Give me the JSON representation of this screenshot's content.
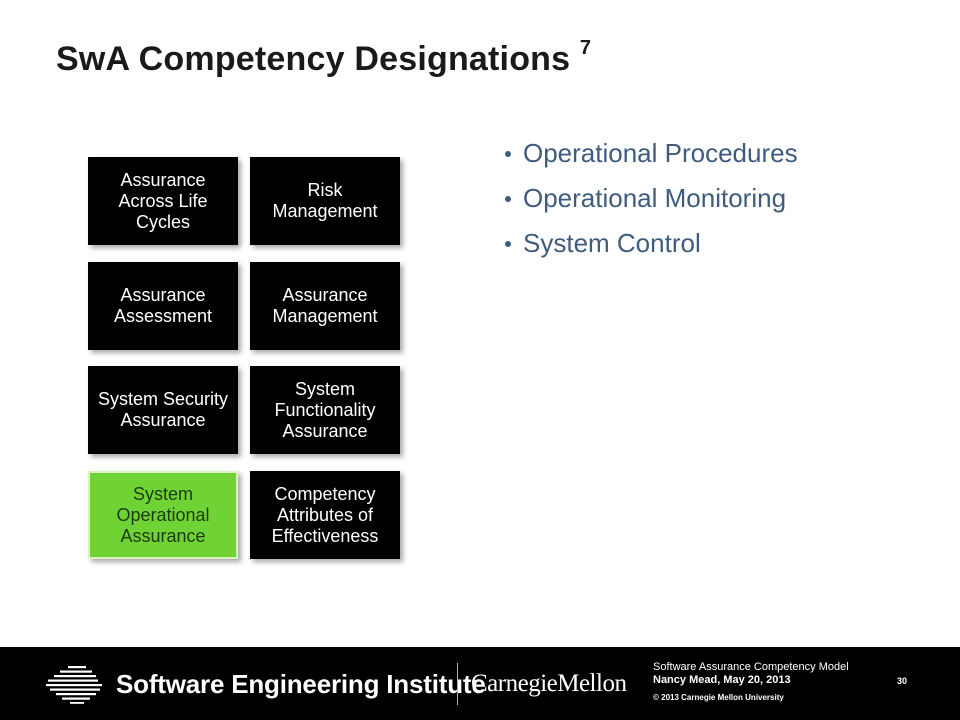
{
  "slide": {
    "title": "SwA Competency Designations",
    "title_superscript": "7"
  },
  "grid": {
    "boxes": [
      {
        "label": "Assurance Across Life Cycles",
        "highlighted": false
      },
      {
        "label": "Risk Management",
        "highlighted": false
      },
      {
        "label": "Assurance Assessment",
        "highlighted": false
      },
      {
        "label": "Assurance Management",
        "highlighted": false
      },
      {
        "label": "System Security Assurance",
        "highlighted": false
      },
      {
        "label": "System Functionality Assurance",
        "highlighted": false
      },
      {
        "label": "System Operational Assurance",
        "highlighted": true
      },
      {
        "label": "Competency Attributes of Effectiveness",
        "highlighted": false
      }
    ],
    "highlight_color": "#6fd336"
  },
  "bullets": [
    "Operational Procedures",
    "Operational Monitoring",
    "System Control"
  ],
  "footer": {
    "org_name": "Software Engineering Institute",
    "university": "CarnegieMellon",
    "presentation_title": "Software Assurance Competency Model",
    "author_date": "Nancy Mead, May 20, 2013",
    "copyright": "© 2013 Carnegie Mellon University",
    "page_number": "30"
  },
  "colors": {
    "bullet_text": "#3f5b7e",
    "box_background": "#000000",
    "footer_background": "#000000"
  }
}
